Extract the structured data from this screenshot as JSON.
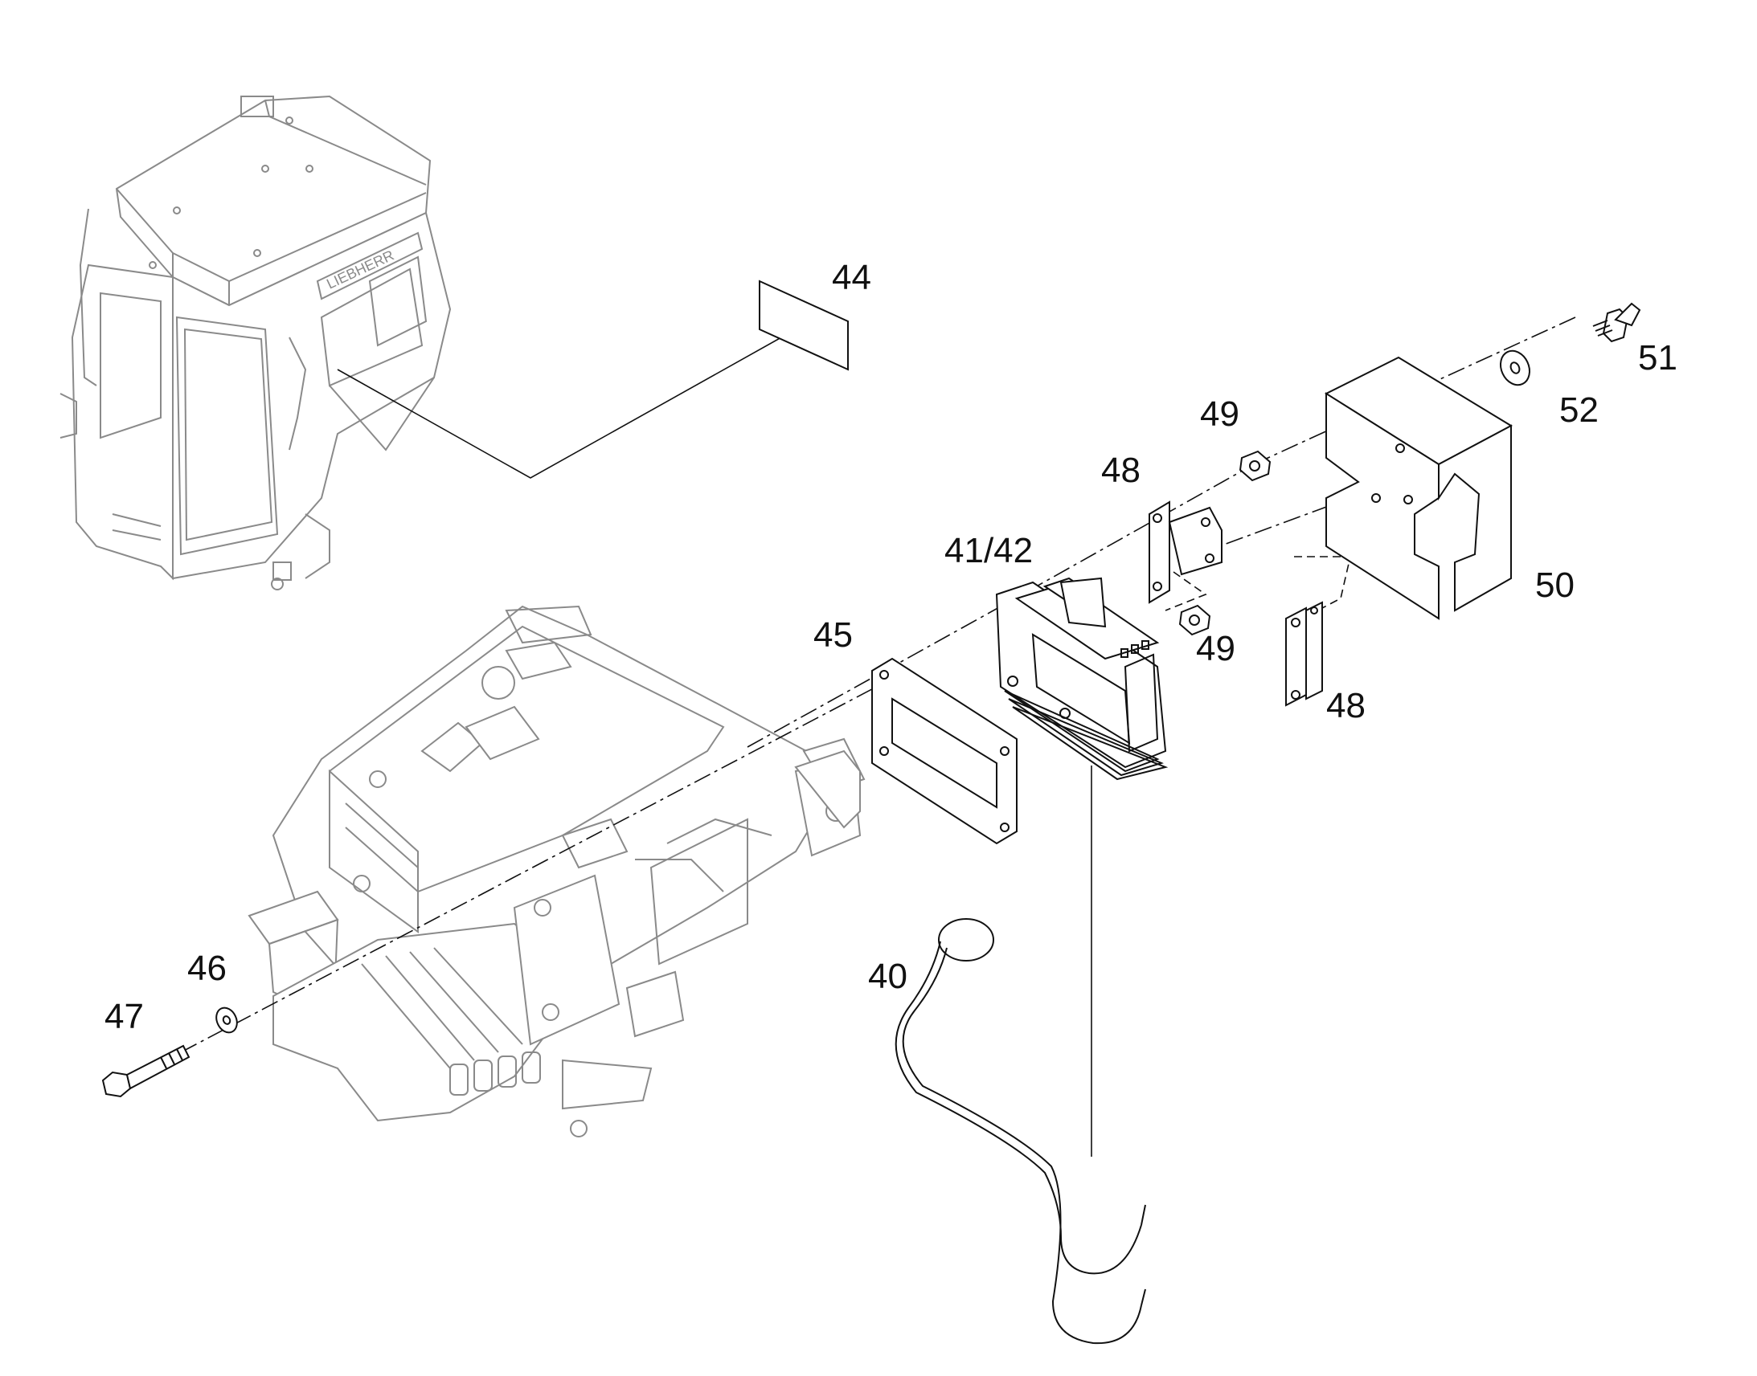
{
  "labels": {
    "p40": "40",
    "p41_42": "41/42",
    "p44": "44",
    "p45": "45",
    "p46": "46",
    "p47": "47",
    "p48a": "48",
    "p48b": "48",
    "p49a": "49",
    "p49b": "49",
    "p50": "50",
    "p51": "51",
    "p52": "52"
  },
  "colors": {
    "assembly_gray": "#8a8a8a",
    "part_black": "#111111",
    "background": "#ffffff"
  }
}
